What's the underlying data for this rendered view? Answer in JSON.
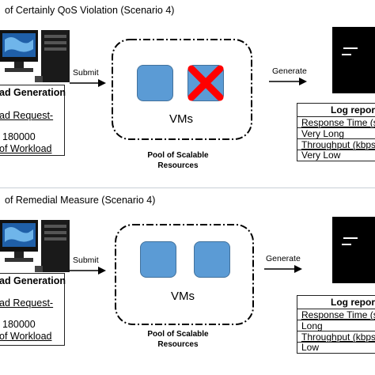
{
  "scenario_a": {
    "title": "of  Certainly QoS Violation (Scenario 4)",
    "workload": {
      "heading": "ad Generation",
      "request_label": "ad Request-",
      "value": "180000",
      "workload_label": "of Workload"
    },
    "submit_label": "Submit",
    "vms_label": "VMs",
    "pool_label_line1": "Pool of Scalable",
    "pool_label_line2": "Resources",
    "generate_label": "Generate",
    "report": {
      "heading": "Log repor",
      "response_label": "Response Time (s",
      "response_value": "Very Long",
      "throughput_label": "Throughput  (kbps",
      "throughput_value": "Very Low"
    },
    "failed_vm_color": "#ff0000"
  },
  "scenario_b": {
    "title": "of Remedial Measure (Scenario 4)",
    "workload": {
      "heading": "ad Generation",
      "request_label": "ad Request-",
      "value": "180000",
      "workload_label": "of Workload"
    },
    "submit_label": "Submit",
    "vms_label": "VMs",
    "pool_label_line1": "Pool of Scalable",
    "pool_label_line2": "Resources",
    "generate_label": "Generate",
    "report": {
      "heading": "Log repor",
      "response_label": "Response Time (s",
      "response_value": "Long",
      "throughput_label": "Throughput  (kbps",
      "throughput_value": "Low"
    }
  },
  "colors": {
    "vm_fill": "#5b9bd5",
    "monitor_screen": "#1f5fa8"
  },
  "icons": [
    "computer-icon",
    "document-icon",
    "arrow-right-icon",
    "cross-icon"
  ]
}
